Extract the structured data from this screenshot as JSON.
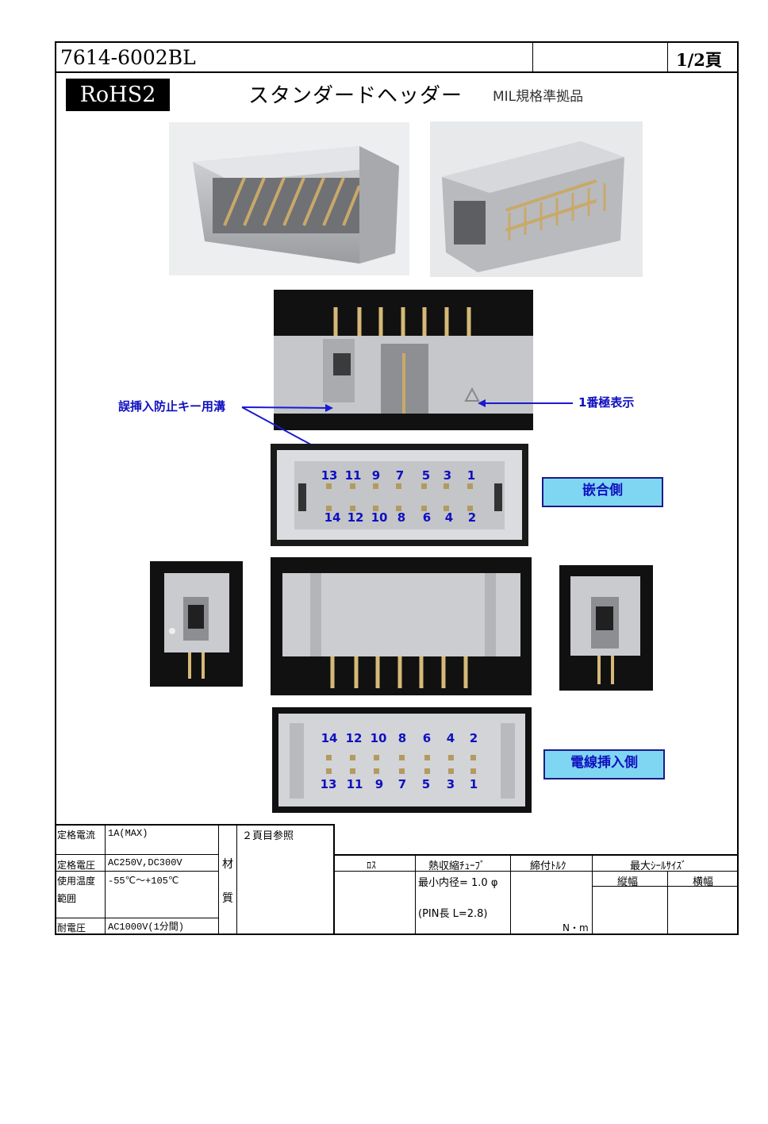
{
  "header": {
    "part_number": "7614-6002BL",
    "page": "1/2頁"
  },
  "title": {
    "rohs": "RoHS2",
    "product": "スタンダードヘッダー",
    "standard": "MIL規格準拠品"
  },
  "annotations": {
    "key_slot": "誤挿入防止キー用溝",
    "pin1_mark": "1番極表示",
    "mating_side": "嵌合側",
    "wire_insert_side": "電線挿入側"
  },
  "mating_pins_top": [
    "13",
    "11",
    "9",
    "7",
    "5",
    "3",
    "1"
  ],
  "mating_pins_bottom": [
    "14",
    "12",
    "10",
    "8",
    "6",
    "4",
    "2"
  ],
  "wire_pins_top": [
    "14",
    "12",
    "10",
    "8",
    "6",
    "4",
    "2"
  ],
  "wire_pins_bottom": [
    "13",
    "11",
    "9",
    "7",
    "5",
    "3",
    "1"
  ],
  "colors": {
    "blue_text": "#1010c0",
    "callout_fill": "#7fd6f2",
    "housing_gray": "#b9bcc0"
  },
  "specs": {
    "rated_current_label": "定格電流",
    "rated_current": "1A(MAX)",
    "rated_voltage_label": "定格電圧",
    "rated_voltage": "AC250V,DC300V",
    "temp_label_1": "使用温度",
    "temp_label_2": "範囲",
    "temp": "-55℃～+105℃",
    "withstand_label": "耐電圧",
    "withstand": "AC1000V(1分間)",
    "material_label_1": "材",
    "material_label_2": "質",
    "material_ref": "２頁目参照",
    "col_rohs": "ﾛｽ",
    "col_tube": "熱収縮ﾁｭｰﾌﾞ",
    "col_torque": "締付ﾄﾙｸ",
    "col_seal": "最大ｼｰﾙｻｲｽﾞ",
    "col_seal_h": "縦幅",
    "col_seal_w": "横幅",
    "tube_min_id": "最小内径= 1.0 φ",
    "pin_length": "(PIN長 L=2.8)",
    "torque_unit": "N・m"
  }
}
